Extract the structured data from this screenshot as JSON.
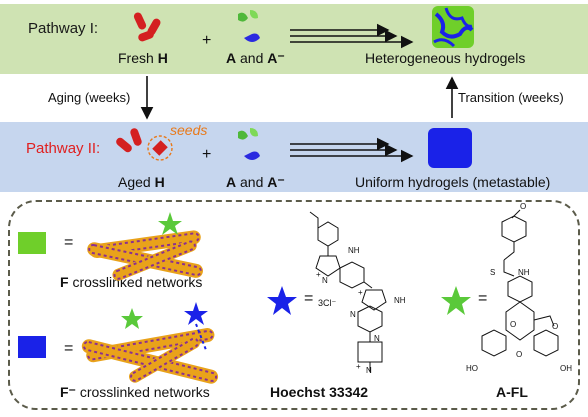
{
  "pathway1": {
    "label": "Pathway I:",
    "reactant1": "Fresh ",
    "reactant1_bold": "H",
    "plus": "+",
    "reactant2_a": "A",
    "reactant2_and": " and ",
    "reactant2_b": "A⁻",
    "product": "Heterogeneous hydrogels"
  },
  "pathway2": {
    "label": "Pathway II:",
    "seeds": "seeds",
    "reactant1": "Aged ",
    "reactant1_bold": "H",
    "plus": "+",
    "reactant2_a": "A",
    "reactant2_and": " and ",
    "reactant2_b": "A⁻",
    "product": "Uniform hydrogels (metastable)"
  },
  "arrows": {
    "aging": "Aging (weeks)",
    "transition": "Transition (weeks)"
  },
  "legend": {
    "green_eq": "=",
    "green_label_bold": "F",
    "green_label": " crosslinked networks",
    "blue_eq": "=",
    "blue_label_bold": "F⁻",
    "blue_label": " crosslinked networks",
    "star_blue_eq": "=",
    "star_green_eq": "=",
    "hoechst_name": "Hoechst 33342",
    "hoechst_counterion": "3Cl⁻",
    "afl_name": "A-FL",
    "chem": {
      "nh1": "NH",
      "n1": "N",
      "h1": "H",
      "nh2": "NH",
      "n2": "N",
      "h2": "H",
      "n3": "N",
      "n4": "N",
      "o1": "O",
      "s": "S",
      "nh3": "NH",
      "o2": "O",
      "o3": "O",
      "o4": "O",
      "o5": "O",
      "ho": "HO",
      "oh": "OH",
      "plus1": "+",
      "plus2": "+",
      "plus3": "+"
    }
  },
  "colors": {
    "band1": "#cfe3b3",
    "band2": "#c6d6ee",
    "green_square": "#6fcf2a",
    "blue_square": "#1a22e8",
    "pathway2_text": "#e02020",
    "seeds_text": "#e8791a",
    "fiber_orange": "#e9a21a",
    "fiber_purple": "#8b2f8f"
  }
}
